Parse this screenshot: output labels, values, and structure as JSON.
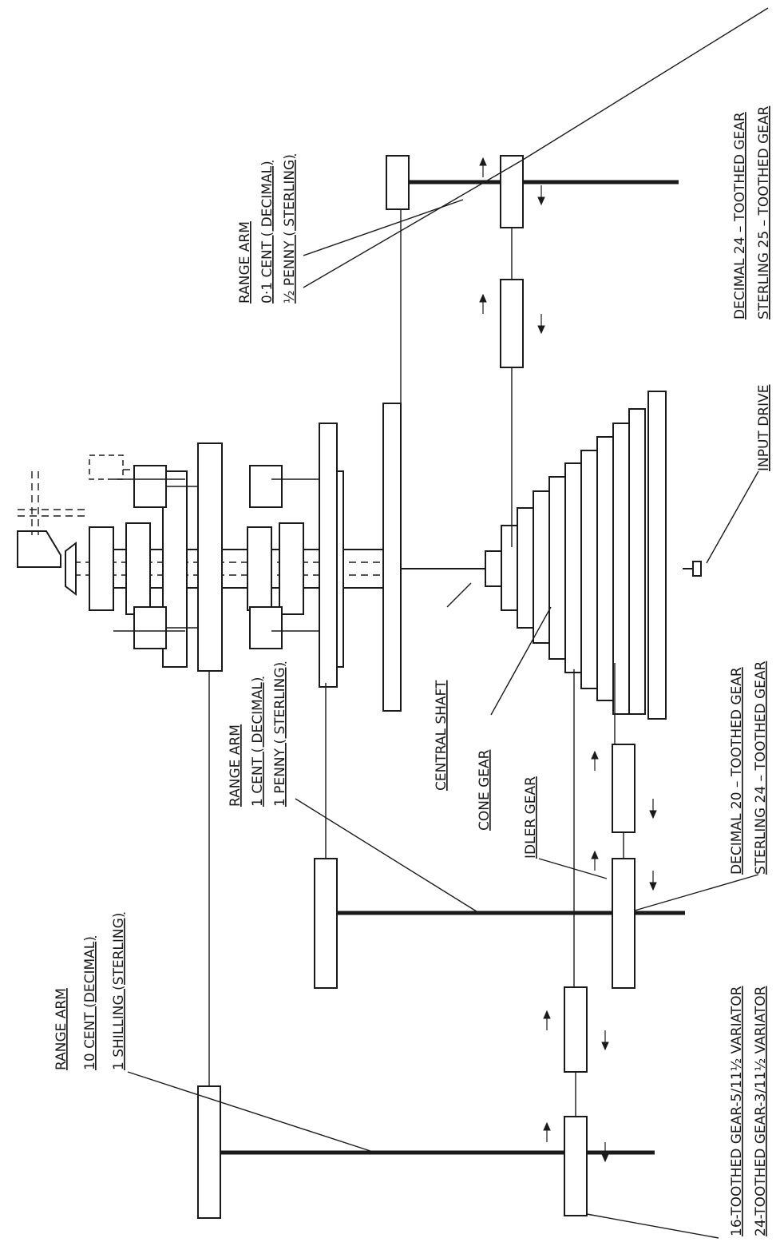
{
  "labels": {
    "range_arm_top": {
      "l1": "RANGE ARM",
      "l2": "0·1 CENT ( DECIMAL)",
      "l3": "½ PENNY ( STERLING)"
    },
    "range_arm_mid": {
      "l1": "RANGE ARM",
      "l2": "1 CENT ( DECIMAL)",
      "l3": "1 PENNY ( STERLING)"
    },
    "range_arm_bottom": {
      "l1": "RANGE ARM",
      "l2": "10 CENT (DECIMAL)",
      "l3": "1 SHILLING (STERLING)"
    },
    "central_shaft": "CENTRAL SHAFT",
    "cone_gear": "CONE GEAR",
    "idler_gear": "IDLER GEAR",
    "input_drive": "INPUT DRIVE",
    "gear_top": {
      "l1": "DECIMAL 24 – TOOTHED GEAR",
      "l2": "STERLING 25 – TOOTHED GEAR"
    },
    "gear_mid": {
      "l1": "DECIMAL 20 – TOOTHED GEAR",
      "l2": "STERLING 24 – TOOTHED GEAR"
    },
    "variator": {
      "l1": "16-TOOTHED GEAR-5/11½ VARIATOR",
      "l2": "24-TOOTHED GEAR-3/11½ VARIATOR"
    }
  }
}
